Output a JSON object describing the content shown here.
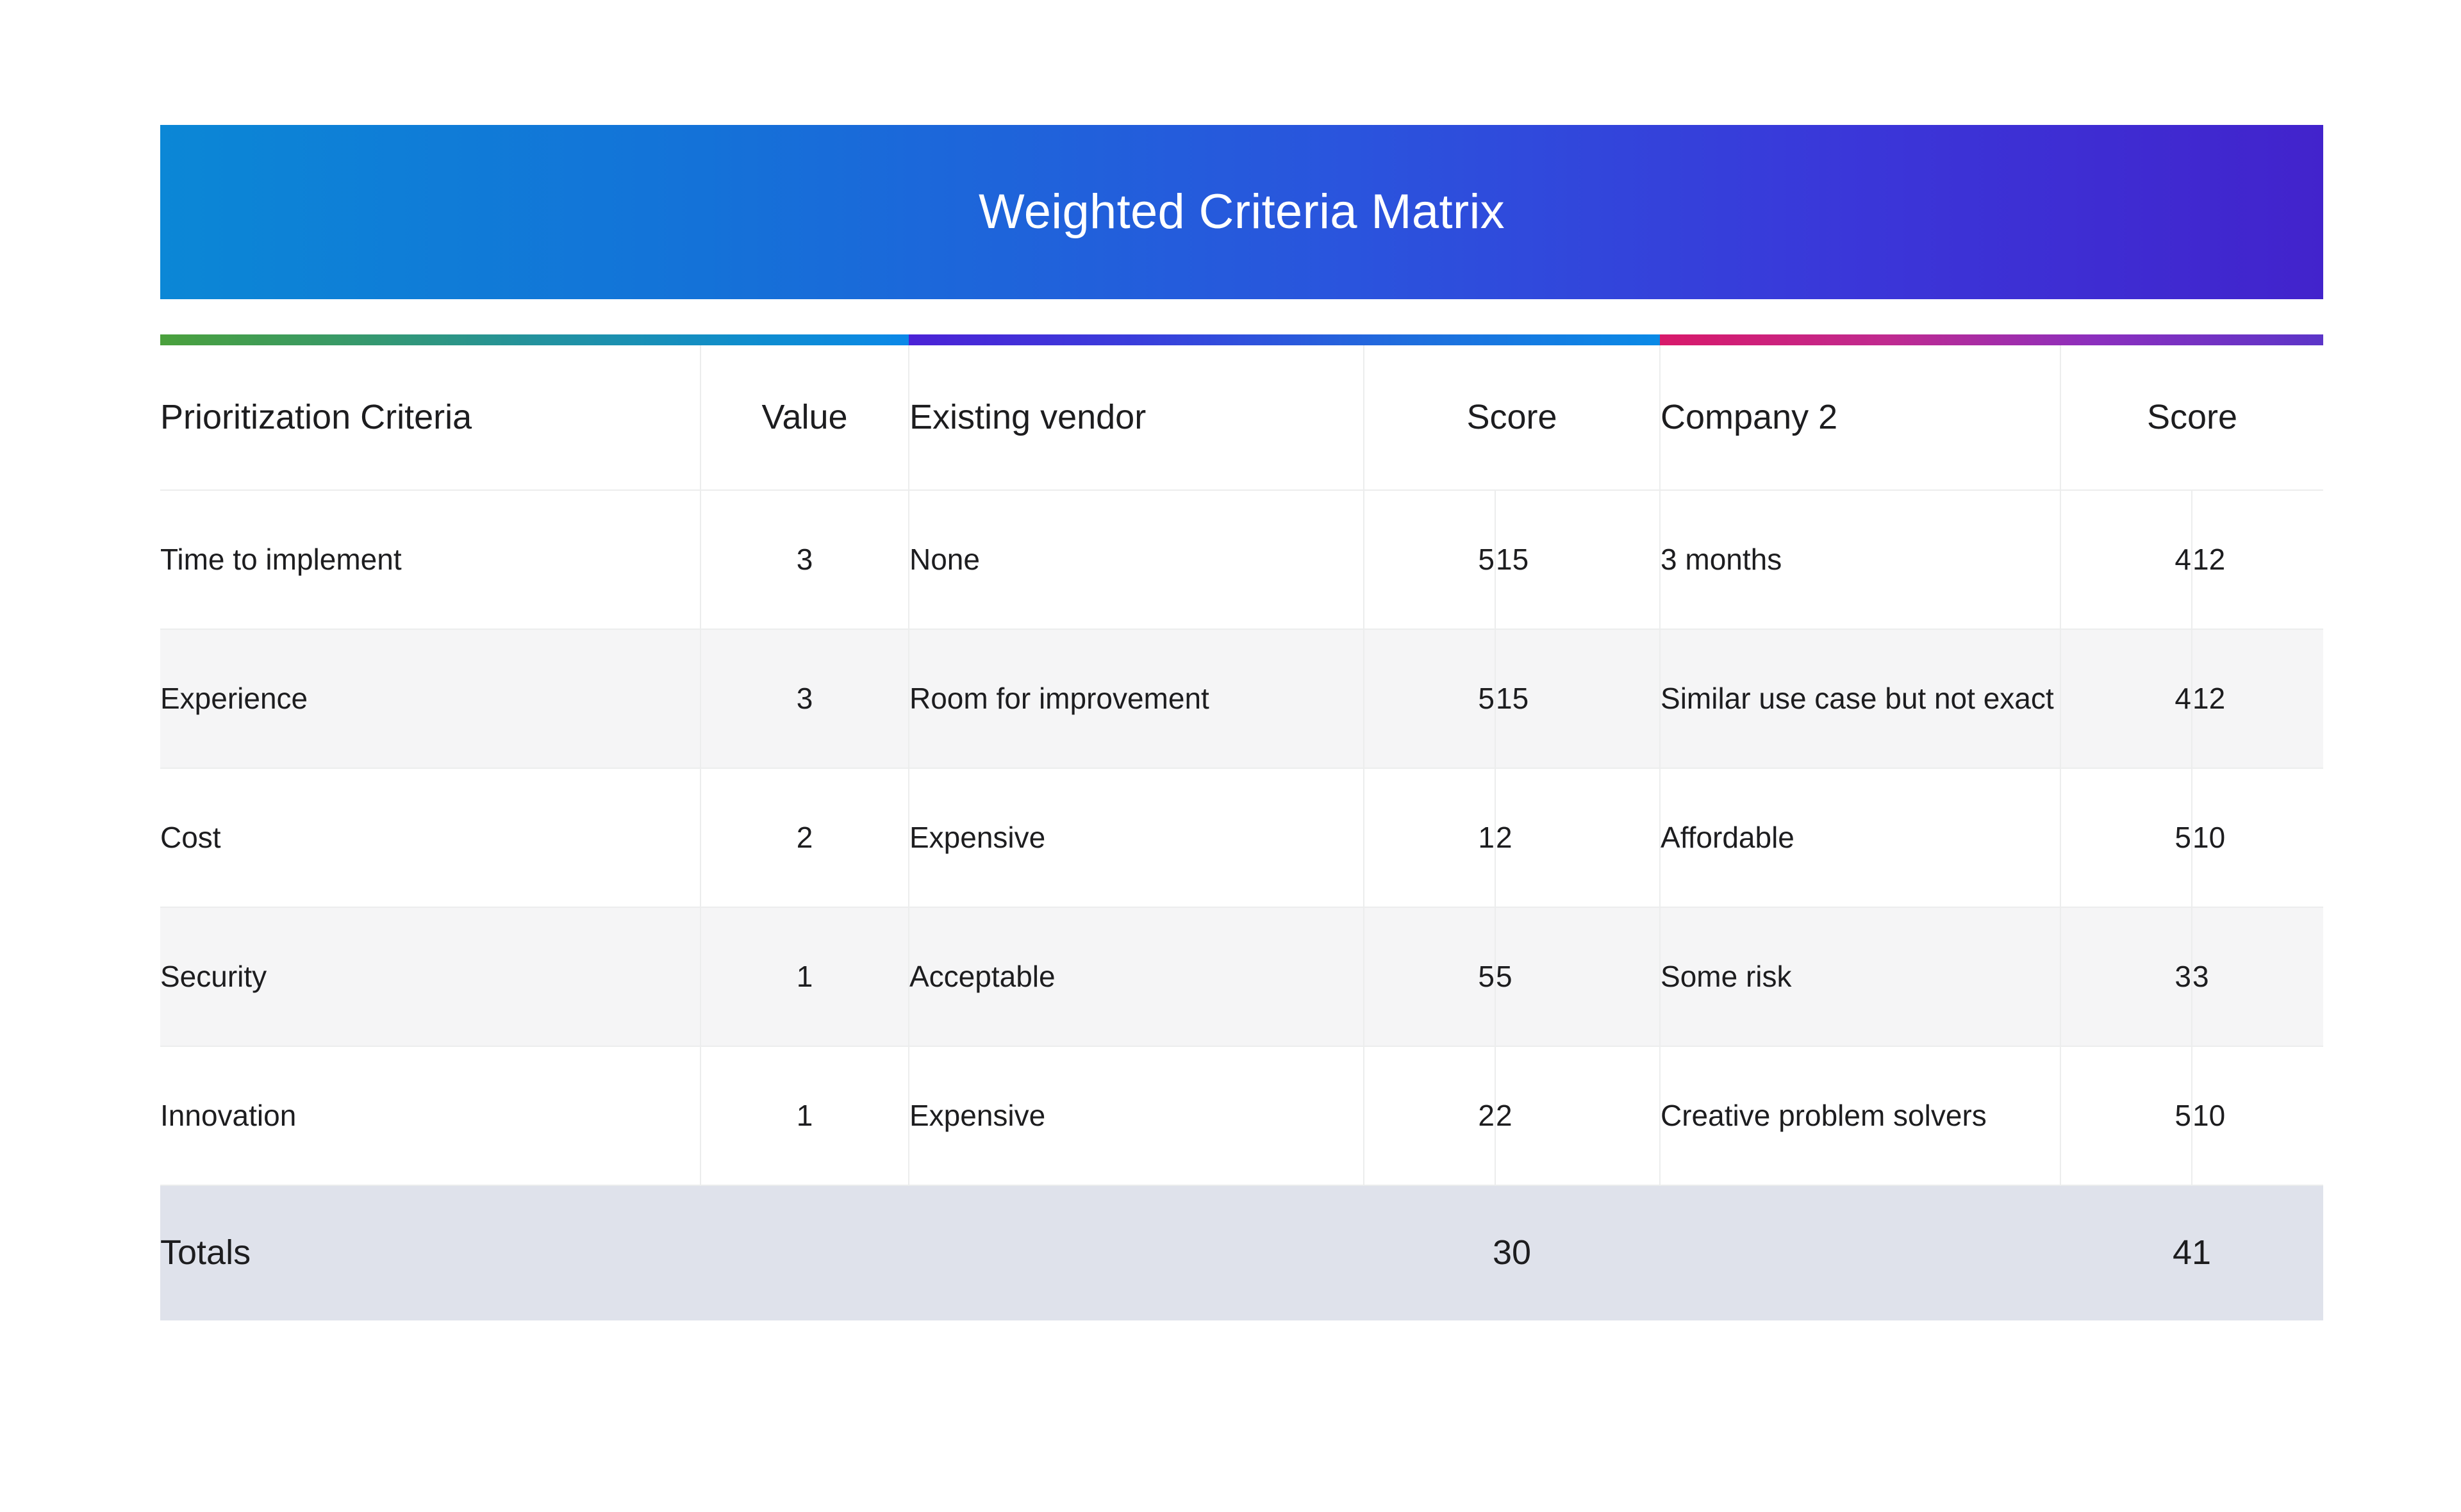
{
  "header": {
    "title": "Weighted Criteria Matrix",
    "gradient_from": "#0b87d6",
    "gradient_to": "#4223cc"
  },
  "accent_bar": {
    "segment_1": {
      "from": "#4aa03c",
      "to": "#0b88e8"
    },
    "segment_2": {
      "from": "#4b22d6",
      "to": "#0a8ae6"
    },
    "segment_3": {
      "from": "#d8196a",
      "to": "#5b35c8"
    }
  },
  "table": {
    "columns": {
      "criteria": "Prioritization Criteria",
      "value": "Value",
      "vendor_1": "Existing vendor",
      "score_1": "Score",
      "vendor_2": "Company 2",
      "score_2": "Score"
    },
    "rows": [
      {
        "criteria": "Time to implement",
        "value": "3",
        "vendor_1_desc": "None",
        "vendor_1_raw": "5",
        "vendor_1_weighted": "15",
        "vendor_2_desc": "3 months",
        "vendor_2_raw": "4",
        "vendor_2_weighted": "12"
      },
      {
        "criteria": "Experience",
        "value": "3",
        "vendor_1_desc": "Room for improvement",
        "vendor_1_raw": "5",
        "vendor_1_weighted": "15",
        "vendor_2_desc": "Similar use case but not exact",
        "vendor_2_raw": "4",
        "vendor_2_weighted": "12"
      },
      {
        "criteria": "Cost",
        "value": "2",
        "vendor_1_desc": "Expensive",
        "vendor_1_raw": "1",
        "vendor_1_weighted": "2",
        "vendor_2_desc": "Affordable",
        "vendor_2_raw": "5",
        "vendor_2_weighted": "10"
      },
      {
        "criteria": "Security",
        "value": "1",
        "vendor_1_desc": "Acceptable",
        "vendor_1_raw": "5",
        "vendor_1_weighted": "5",
        "vendor_2_desc": "Some risk",
        "vendor_2_raw": "3",
        "vendor_2_weighted": "3"
      },
      {
        "criteria": "Innovation",
        "value": "1",
        "vendor_1_desc": "Expensive",
        "vendor_1_raw": "2",
        "vendor_1_weighted": "2",
        "vendor_2_desc": "Creative problem solvers",
        "vendor_2_raw": "5",
        "vendor_2_weighted": "10"
      }
    ],
    "totals": {
      "label": "Totals",
      "vendor_1_total": "30",
      "vendor_2_total": "41"
    }
  }
}
